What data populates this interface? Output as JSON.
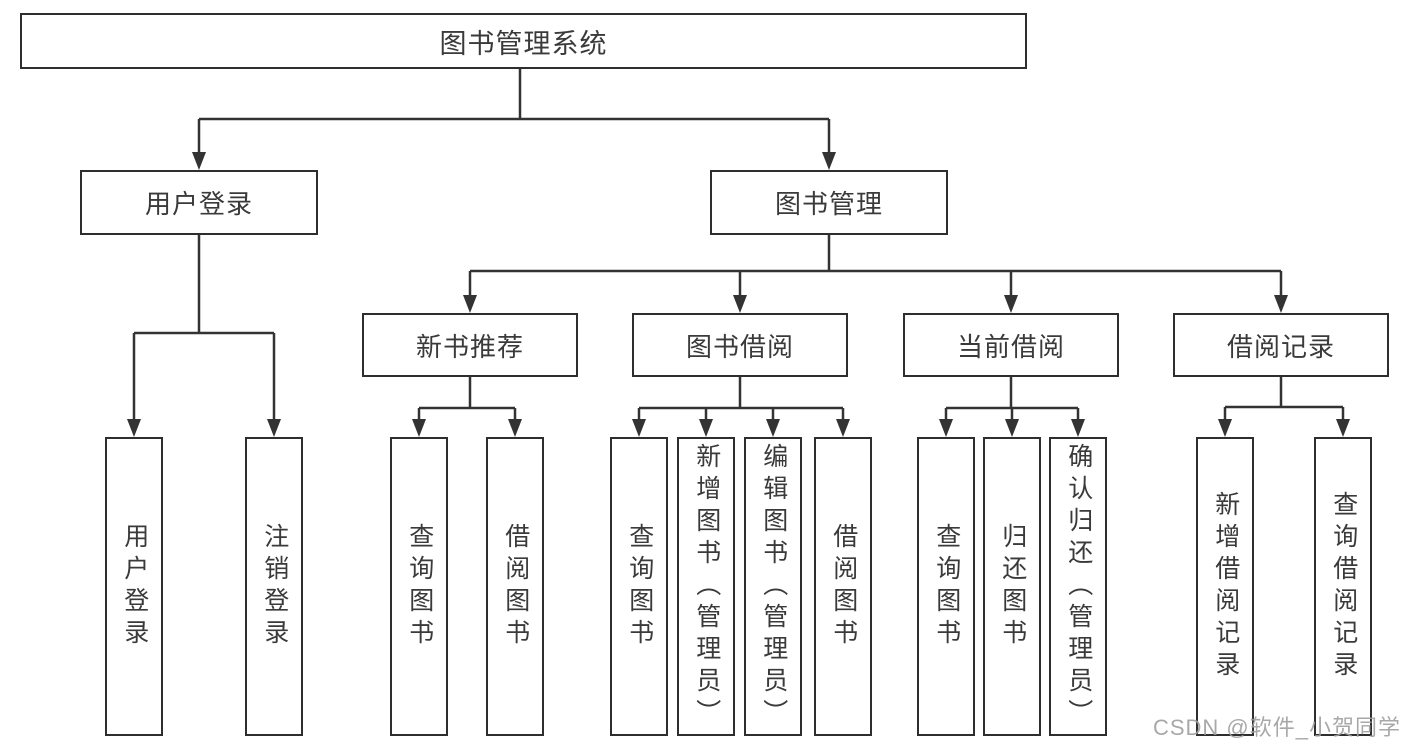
{
  "diagram_type": "hierarchy",
  "tree": {
    "label": "图书管理系统",
    "children": [
      {
        "label": "用户登录",
        "children": [
          {
            "label": "用户登录"
          },
          {
            "label": "注销登录"
          }
        ]
      },
      {
        "label": "图书管理",
        "children": [
          {
            "label": "新书推荐",
            "children": [
              {
                "label": "查询图书"
              },
              {
                "label": "借阅图书"
              }
            ]
          },
          {
            "label": "图书借阅",
            "children": [
              {
                "label": "查询图书"
              },
              {
                "label": "新增图书（管理员）"
              },
              {
                "label": "编辑图书（管理员）"
              },
              {
                "label": "借阅图书"
              }
            ]
          },
          {
            "label": "当前借阅",
            "children": [
              {
                "label": "查询图书"
              },
              {
                "label": "归还图书"
              },
              {
                "label": "确认归还（管理员）"
              }
            ]
          },
          {
            "label": "借阅记录",
            "children": [
              {
                "label": "新增借阅记录"
              },
              {
                "label": "查询借阅记录"
              }
            ]
          }
        ]
      }
    ]
  },
  "watermark": "CSDN @软件_小贺同学",
  "colors": {
    "background": "#ffffff",
    "box_border": "#2e2e2e",
    "line": "#333333",
    "text": "#3a3a3a",
    "watermark": "#9e9e9e"
  }
}
